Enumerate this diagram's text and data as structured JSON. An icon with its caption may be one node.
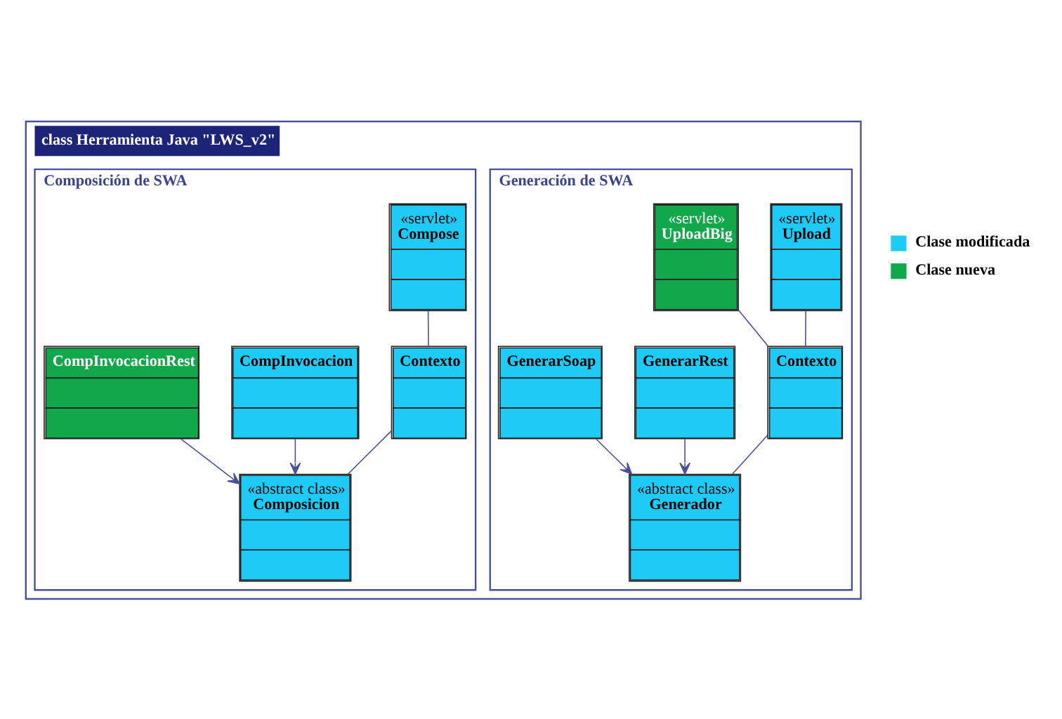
{
  "diagram": {
    "nodes": [
      {
        "text": [
          "class Herramienta Java \"LWS_v2\""
        ]
      },
      {
        "text": [
          "Generación de SWA"
        ],
        "in": 0
      },
      {
        "text": [
          "«servlet»",
          "Upload"
        ],
        "in": 1
      },
      {
        "text": [
          "«servlet»",
          "UploadBig"
        ],
        "in": 1
      },
      {
        "text": [
          "Contexto"
        ],
        "in": 1
      },
      {
        "text": [
          "«abstract class»",
          "Generador"
        ],
        "in": 1
      },
      {
        "text": [
          "GenerarRest"
        ],
        "in": 1
      },
      {
        "text": [
          "GenerarSoap"
        ],
        "in": 1
      },
      {
        "text": [
          "Composición de SWA"
        ],
        "in": 0
      },
      {
        "text": [
          "«servlet»",
          "Compose"
        ],
        "in": 8
      },
      {
        "text": [
          "CompInvocacion"
        ],
        "in": 8
      },
      {
        "text": [
          "Contexto"
        ],
        "in": 8
      },
      {
        "text": [
          "«abstract class»",
          "Composicion"
        ],
        "in": 8
      },
      {
        "text": [
          "CompInvocacionRest"
        ],
        "in": 8
      }
    ],
    "edges": [
      {
        "from": 2,
        "to": 4,
        "arrow": "none"
      },
      {
        "from": 3,
        "to": 4,
        "arrow": "none"
      },
      {
        "from": 4,
        "to": 5,
        "arrow": "none"
      },
      {
        "from": 6,
        "to": 5,
        "arrow": "to"
      },
      {
        "from": 7,
        "to": 5,
        "arrow": "to"
      },
      {
        "from": 9,
        "to": 11,
        "arrow": "none"
      },
      {
        "from": 11,
        "to": 12,
        "arrow": "none"
      },
      {
        "from": 10,
        "to": 12,
        "arrow": "to"
      },
      {
        "from": 13,
        "to": 12,
        "arrow": "to"
      }
    ],
    "legend": [
      {
        "text": "Clase modificada",
        "color": "#1ecbf7"
      },
      {
        "text": "Clase nueva",
        "color": "#10a84a"
      }
    ]
  }
}
